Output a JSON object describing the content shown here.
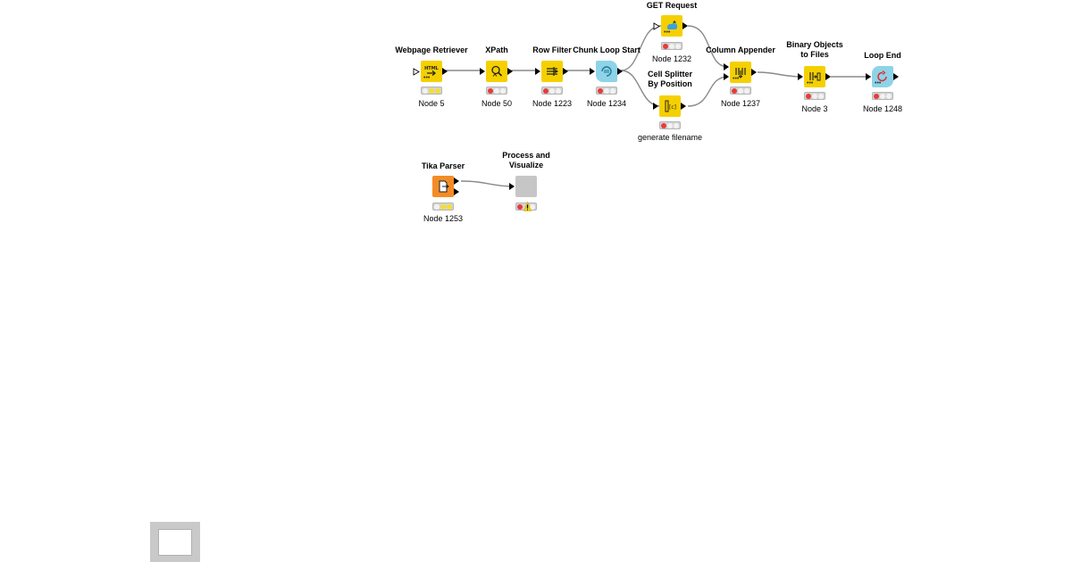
{
  "workflow": {
    "nodes": [
      {
        "id": "webpage-retriever",
        "title": "Webpage Retriever",
        "label": "Node 5",
        "color": "#f5d000",
        "icon": "html-arrow-icon",
        "status": [
          "empty",
          "yellow",
          "yellow"
        ]
      },
      {
        "id": "xpath",
        "title": "XPath",
        "label": "Node 50",
        "color": "#f5d000",
        "icon": "xpath-magnifier-icon",
        "status": [
          "red",
          "empty",
          "empty"
        ]
      },
      {
        "id": "row-filter",
        "title": "Row Filter",
        "label": "Node 1223",
        "color": "#f5d000",
        "icon": "row-filter-icon",
        "status": [
          "red",
          "empty",
          "empty"
        ]
      },
      {
        "id": "chunk-loop-start",
        "title": "Chunk Loop Start",
        "label": "Node 1234",
        "color": "#8fd3e8",
        "icon": "loop-start-icon",
        "status": [
          "red",
          "empty",
          "empty"
        ]
      },
      {
        "id": "get-request",
        "title": "GET Request",
        "label": "Node 1232",
        "color": "#f5d000",
        "icon": "get-request-icon",
        "status": [
          "red",
          "empty",
          "empty"
        ]
      },
      {
        "id": "cell-splitter",
        "title": "Cell Splitter\nBy Position",
        "label": "generate filename",
        "color": "#f5d000",
        "icon": "cell-splitter-icon",
        "status": [
          "red",
          "empty",
          "empty"
        ]
      },
      {
        "id": "column-appender",
        "title": "Column Appender",
        "label": "Node 1237",
        "color": "#f5d000",
        "icon": "column-appender-icon",
        "status": [
          "red",
          "empty",
          "empty"
        ]
      },
      {
        "id": "binary-objects",
        "title": "Binary Objects\nto Files",
        "label": "Node 3",
        "color": "#f5d000",
        "icon": "binary-to-files-icon",
        "status": [
          "red",
          "empty",
          "empty"
        ]
      },
      {
        "id": "loop-end",
        "title": "Loop End",
        "label": "Node 1248",
        "color": "#8fd3e8",
        "icon": "loop-end-icon",
        "status": [
          "red",
          "empty",
          "empty"
        ]
      },
      {
        "id": "tika-parser",
        "title": "Tika Parser",
        "label": "Node 1253",
        "color": "#f48c26",
        "icon": "tika-parser-icon",
        "status": [
          "empty",
          "yellow",
          "yellow"
        ]
      },
      {
        "id": "process-visualize",
        "title": "Process and\nVisualize",
        "label": "",
        "color": "#c6c6c6",
        "icon": "metanode-icon",
        "status": [
          "red",
          "warning",
          "empty"
        ]
      }
    ]
  }
}
